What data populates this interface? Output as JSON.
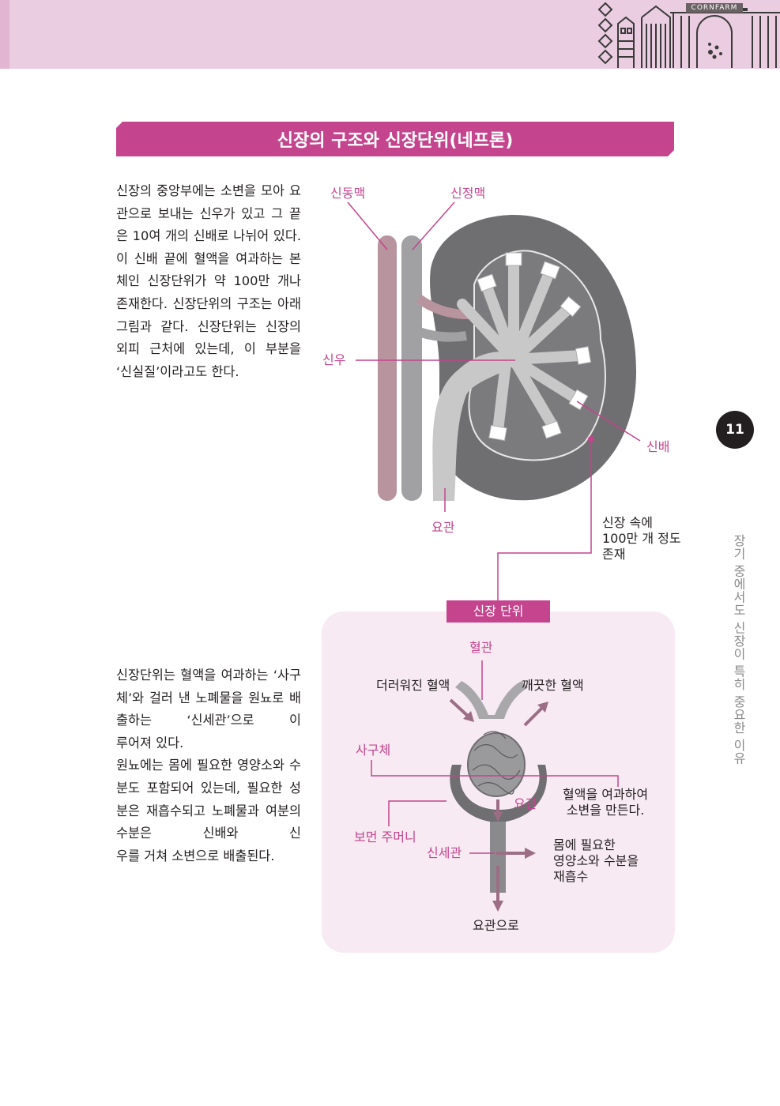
{
  "header": {
    "brand": "CORNFARM"
  },
  "title": "신장의 구조와 신장단위(네프론)",
  "paragraph1": {
    "body": "신장의 중앙부에는 소변을 모아 요관으로 보내는 신우가 있고 그 끝은 10여 개의 신배로 나뉘어 있다. 이 신배 끝에 혈액을 여과하는 본체인 신장단위가 약 100만 개나 존재한다. 신장단위의 구조는 아래 그림과 같다. 신장단위는 신장의 외피 근처에 있는데, 이 부분을",
    "last": "‘신실질’이라고도 한다."
  },
  "paragraph2": {
    "body": "신장단위는 혈액을 여과하는 ‘사구체’와 걸러 낸 노폐물을 원뇨로 배출하는 ‘신세관’으로 이",
    "line2": "루어져 있다.",
    "body2": "원뇨에는 몸에 필요한 영양소와 수분도 포함되어 있는데, 필요한 성분은 재흡수되고 노폐물과 여분의 수분은 신배와 신",
    "last": "우를 거쳐 소변으로 배출된다."
  },
  "page_number": "11",
  "side_title": "장기 중에서도 신장이 특히 중요한 이유",
  "kidney_labels": {
    "renal_artery": "신동맥",
    "renal_vein": "신정맥",
    "renal_pelvis": "신우",
    "calyx": "신배",
    "ureter": "요관",
    "count_note": "신장 속에\n100만 개 정도\n존재"
  },
  "nephron": {
    "tag": "신장 단위",
    "blood_vessel": "혈관",
    "dirty_blood": "더러워진 혈액",
    "clean_blood": "깨끗한 혈액",
    "glomerulus": "사구체",
    "ureter": "요관",
    "filter_note": "혈액을  여과하여\n소변을 만든다.",
    "bowman": "보먼 주머니",
    "tubule": "신세관",
    "reabsorb_note": "몸에 필요한\n영양소와 수분을\n재흡수",
    "to_ureter": "요관으로"
  },
  "colors": {
    "accent": "#c4448d",
    "header": "#ebcde1",
    "box": "#f7eaf3",
    "kidney": "#6f6e70",
    "artery": "#b8949f",
    "vein": "#a1a1a3"
  }
}
